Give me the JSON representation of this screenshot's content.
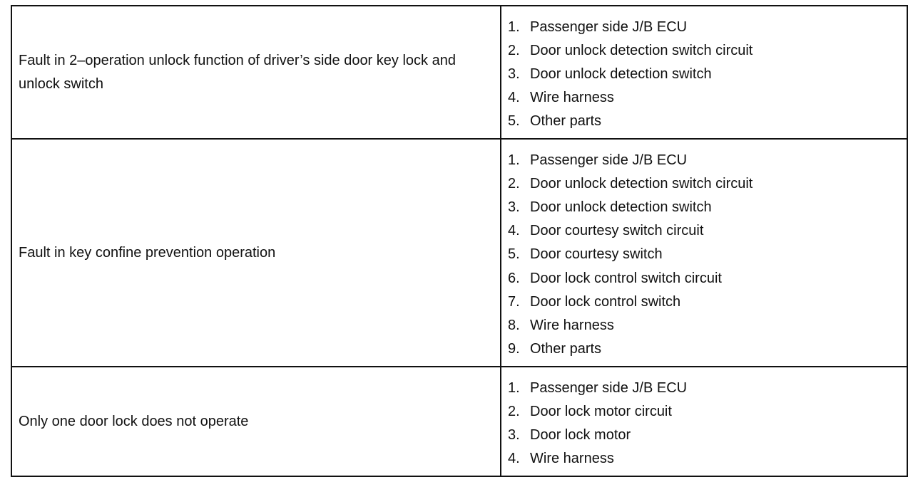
{
  "rows": [
    {
      "symptom": "Fault in 2–operation unlock function of driver’s side door key lock and unlock switch",
      "parts": [
        {
          "num": "1.",
          "text": "Passenger side J/B ECU"
        },
        {
          "num": "2.",
          "text": "Door unlock detection switch circuit"
        },
        {
          "num": "3.",
          "text": "Door unlock detection switch"
        },
        {
          "num": "4.",
          "text": "Wire harness"
        },
        {
          "num": "5.",
          "text": "Other parts"
        }
      ]
    },
    {
      "symptom": "Fault in key confine prevention operation",
      "parts": [
        {
          "num": "1.",
          "text": "Passenger side J/B ECU"
        },
        {
          "num": "2.",
          "text": "Door unlock detection switch circuit"
        },
        {
          "num": "3.",
          "text": "Door unlock detection switch"
        },
        {
          "num": "4.",
          "text": "Door courtesy switch circuit"
        },
        {
          "num": "5.",
          "text": "Door courtesy switch"
        },
        {
          "num": "6.",
          "text": "Door lock control switch circuit"
        },
        {
          "num": "7.",
          "text": "Door lock control switch"
        },
        {
          "num": "8.",
          "text": "Wire harness"
        },
        {
          "num": "9.",
          "text": "Other parts"
        }
      ]
    },
    {
      "symptom": "Only one door lock does not operate",
      "parts": [
        {
          "num": "1.",
          "text": "Passenger side J/B ECU"
        },
        {
          "num": "2.",
          "text": "Door lock motor circuit"
        },
        {
          "num": "3.",
          "text": "Door lock motor"
        },
        {
          "num": "4.",
          "text": "Wire harness"
        }
      ]
    }
  ]
}
